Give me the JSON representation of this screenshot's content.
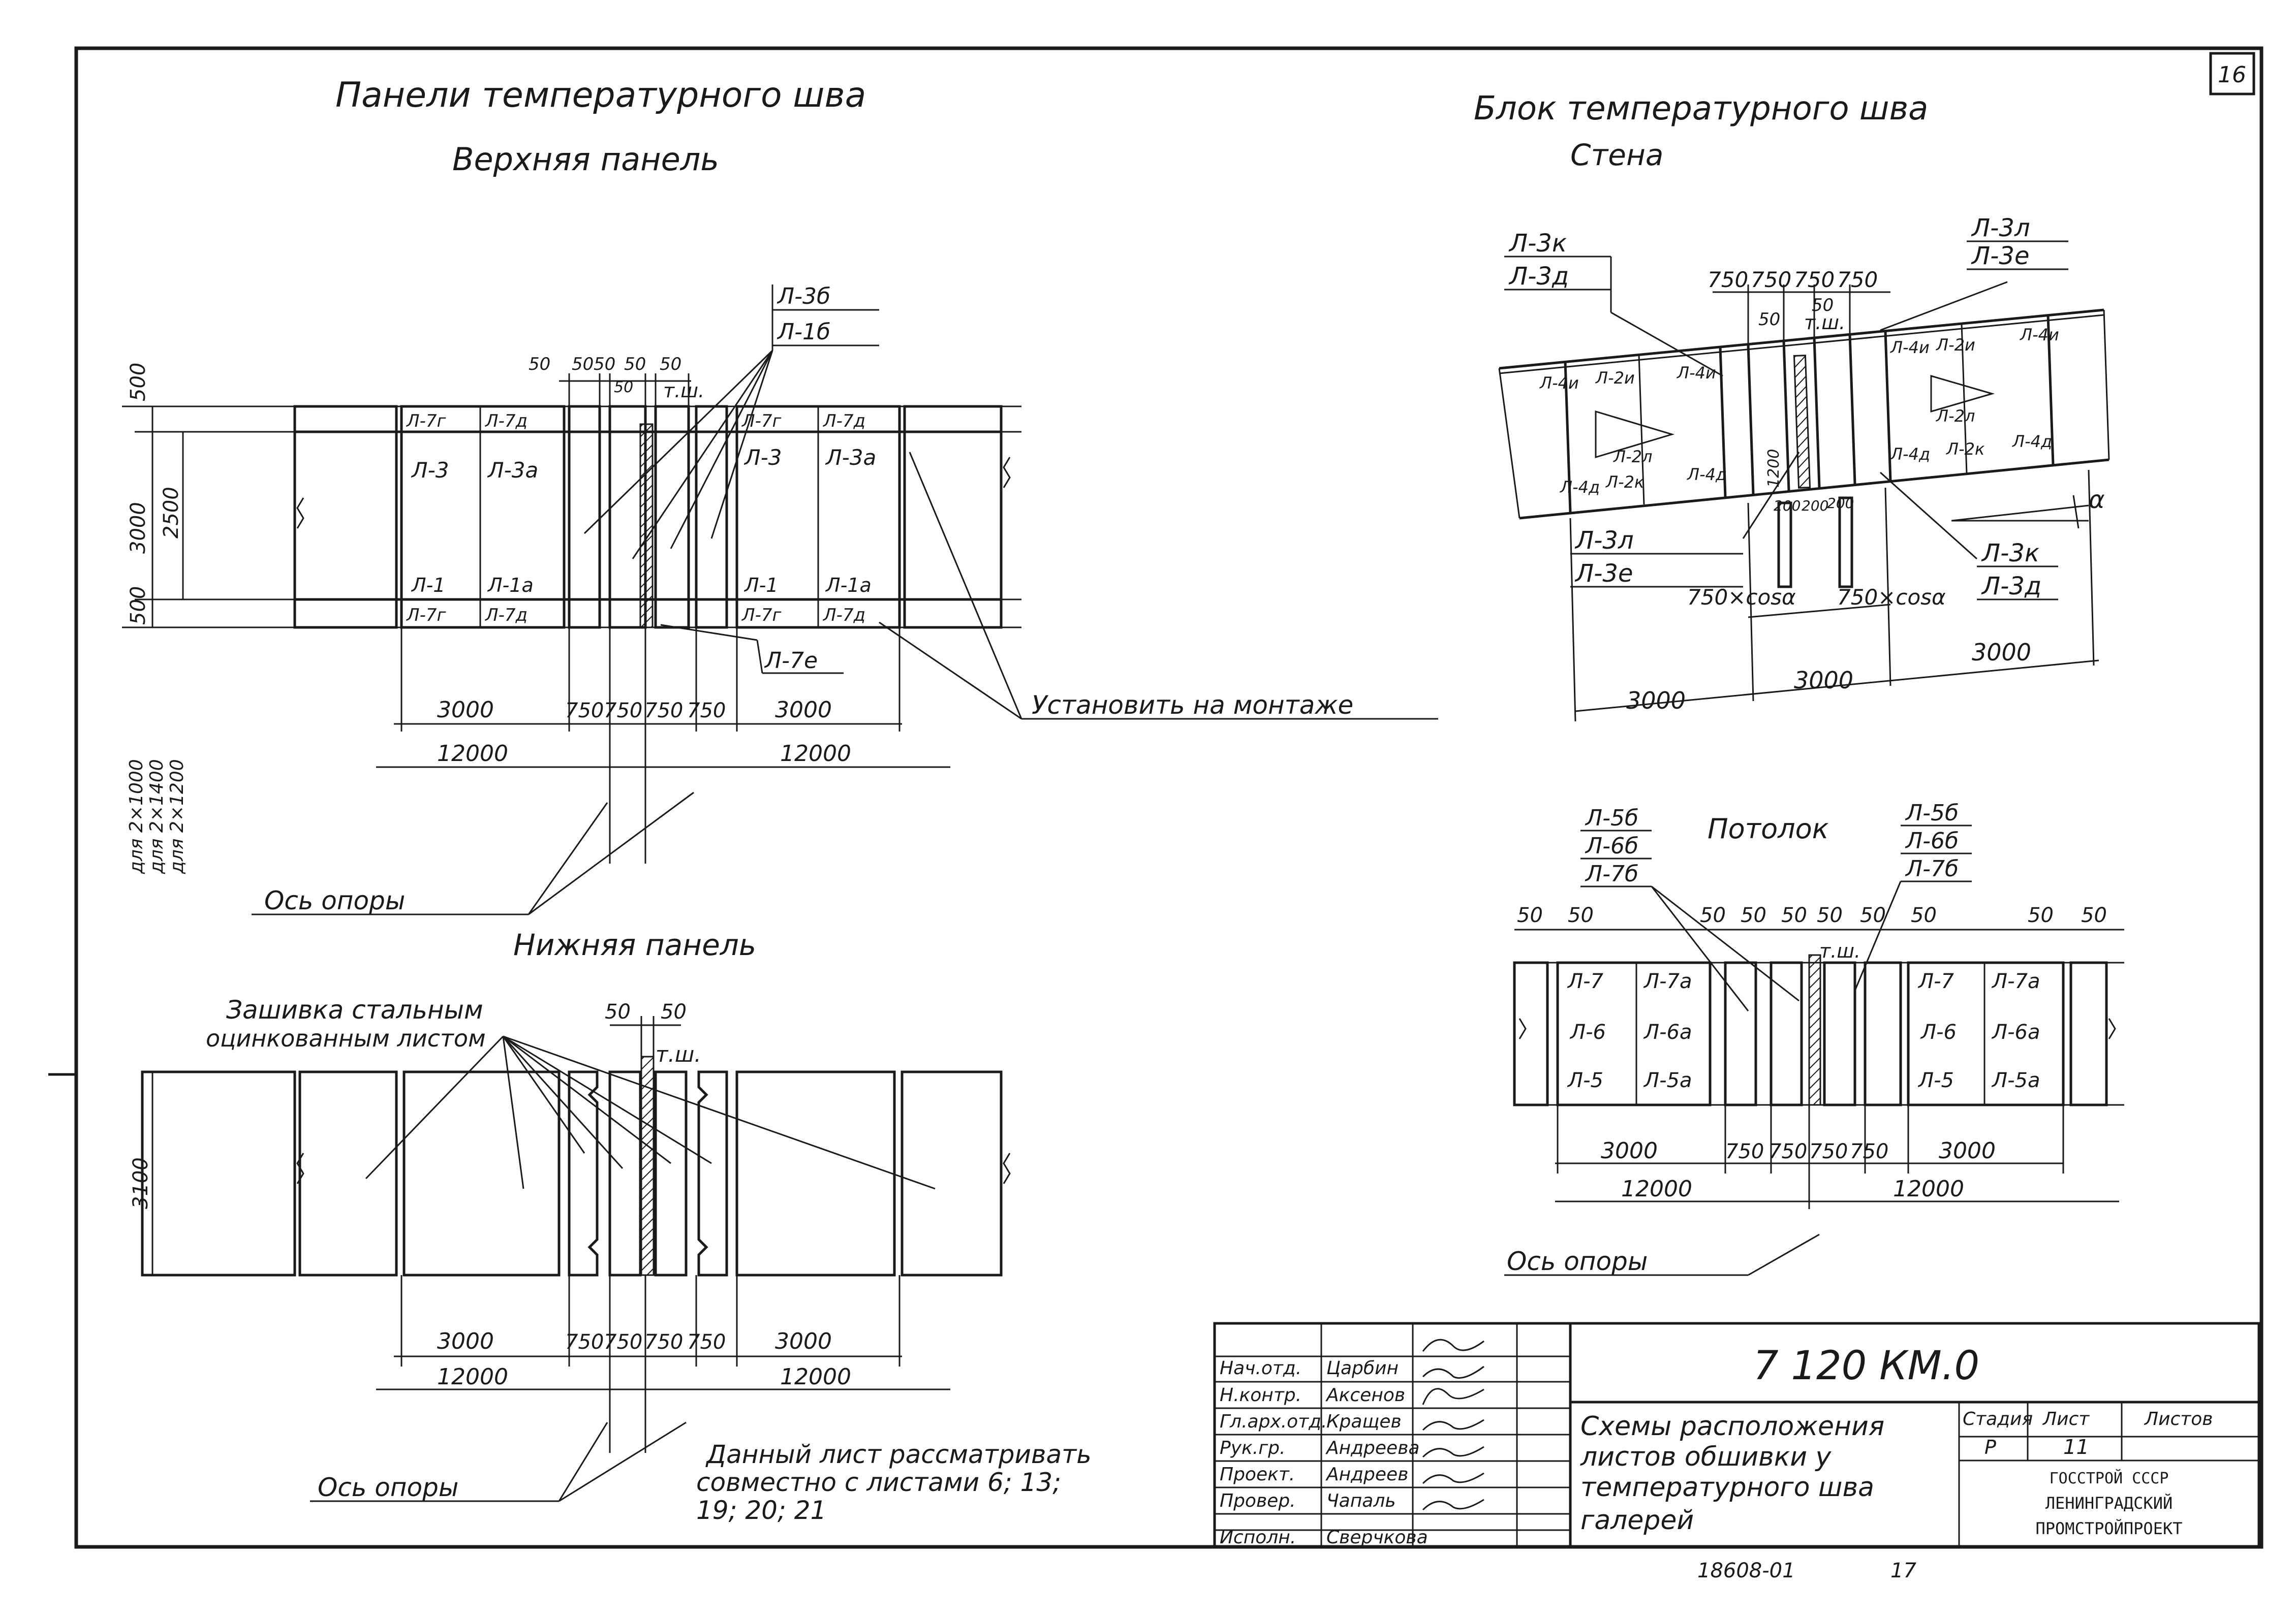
{
  "sheet_number": "16",
  "left_block": {
    "title": "Панели температурного шва",
    "upper_panel": {
      "title": "Верхняя панель",
      "vertical_dims": [
        "500",
        "2500",
        "500"
      ],
      "vertical_overall": "3000",
      "vertical_note_lines": [
        "для 2×1000",
        "для 2×1400",
        "для 2×1200"
      ],
      "small_dims": [
        "50",
        "50",
        "50",
        "50",
        "50",
        "50"
      ],
      "seam_label": "т.ш.",
      "callout_top": [
        "Л-3б",
        "Л-1б"
      ],
      "callout_bottom": "Л-7е",
      "marks_left": [
        "Л-7г",
        "Л-7д",
        "Л-3",
        "Л-3а",
        "Л-1",
        "Л-1а",
        "Л-7г",
        "Л-7д"
      ],
      "marks_right": [
        "Л-7г",
        "Л-7д",
        "Л-3",
        "Л-3а",
        "Л-1",
        "Л-1а",
        "Л-7г",
        "Л-7д"
      ],
      "dims_row1": [
        "3000",
        "750",
        "750",
        "750",
        "750",
        "3000"
      ],
      "dims_row2": [
        "12000",
        "12000"
      ],
      "install_note": "Установить на монтаже",
      "axis_label": "Ось опоры"
    },
    "lower_panel": {
      "title": "Нижняя панель",
      "sheathing_note_lines": [
        "Зашивка стальным",
        "оцинкованным листом"
      ],
      "small_dims": [
        "50",
        "50"
      ],
      "seam_label": "т.ш.",
      "height_dim": "3100",
      "dims_row1": [
        "3000",
        "750",
        "750",
        "750",
        "750",
        "3000"
      ],
      "dims_row2": [
        "12000",
        "12000"
      ],
      "axis_label": "Ось опоры"
    }
  },
  "right_block": {
    "title": "Блок температурного шва",
    "wall": {
      "title": "Стена",
      "callouts": [
        "Л-3к",
        "Л-3д",
        "Л-3л",
        "Л-3е",
        "Л-3л",
        "Л-3е",
        "Л-3к",
        "Л-3д"
      ],
      "top_dims": [
        "750",
        "750",
        "750",
        "750"
      ],
      "small_dims": [
        "50",
        "50"
      ],
      "seam_label": "т.ш.",
      "marks_left": [
        "Л-4и",
        "Л-2и",
        "Л-4и",
        "Л-2л",
        "Л-4д",
        "Л-2к",
        "Л-4д"
      ],
      "marks_right": [
        "Л-4и",
        "Л-2и",
        "Л-4и",
        "Л-2л",
        "Л-4д",
        "Л-2к",
        "Л-4д"
      ],
      "mid_dims": [
        "200",
        "200",
        "200",
        "1200"
      ],
      "cos_dims": [
        "750×cosα",
        "750×cosα"
      ],
      "angle_label": "α",
      "bottom_dims": [
        "3000",
        "3000",
        "3000"
      ]
    },
    "ceiling": {
      "title": "Потолок",
      "callout_left": [
        "Л-5б",
        "Л-6б",
        "Л-7б"
      ],
      "callout_right": [
        "Л-5б",
        "Л-6б",
        "Л-7б"
      ],
      "small_dims": [
        "50",
        "50",
        "50",
        "50",
        "50",
        "50",
        "50",
        "50",
        "50",
        "50"
      ],
      "seam_label": "т.ш.",
      "marks_left": [
        "Л-7",
        "Л-7а",
        "Л-6",
        "Л-6а",
        "Л-5",
        "Л-5а"
      ],
      "marks_right": [
        "Л-7",
        "Л-7а",
        "Л-6",
        "Л-6а",
        "Л-5",
        "Л-5а"
      ],
      "dims_row1": [
        "3000",
        "750",
        "750",
        "750",
        "750",
        "3000"
      ],
      "dims_row2": [
        "12000",
        "12000"
      ],
      "axis_label": "Ось опоры"
    }
  },
  "note_lines": [
    "Данный лист рассматривать",
    "совместно с листами 6; 13;",
    "19; 20; 21"
  ],
  "title_block": {
    "code": "7 120 КМ.0",
    "roles": [
      "Нач.отд.",
      "Н.контр.",
      "Гл.арх.отд.",
      "Рук.гр.",
      "Проект.",
      "Провер.",
      "Исполн."
    ],
    "names": [
      "Царбин",
      "Аксенов",
      "Кращев",
      "Андреева",
      "Андреев",
      "Чапаль",
      "Сверчкова"
    ],
    "description_lines": [
      "Схемы расположения",
      "листов обшивки у",
      "температурного шва",
      "галерей"
    ],
    "col_headers": [
      "Стадия",
      "Лист",
      "Листов"
    ],
    "stage": "Р",
    "sheet": "11",
    "org_lines": [
      "ГОССТРОЙ СССР",
      "ЛЕНИНГРАДСКИЙ",
      "ПРОМСТРОЙПРОЕКТ"
    ]
  },
  "archive_number": "18608-01",
  "archive_suffix": "17"
}
